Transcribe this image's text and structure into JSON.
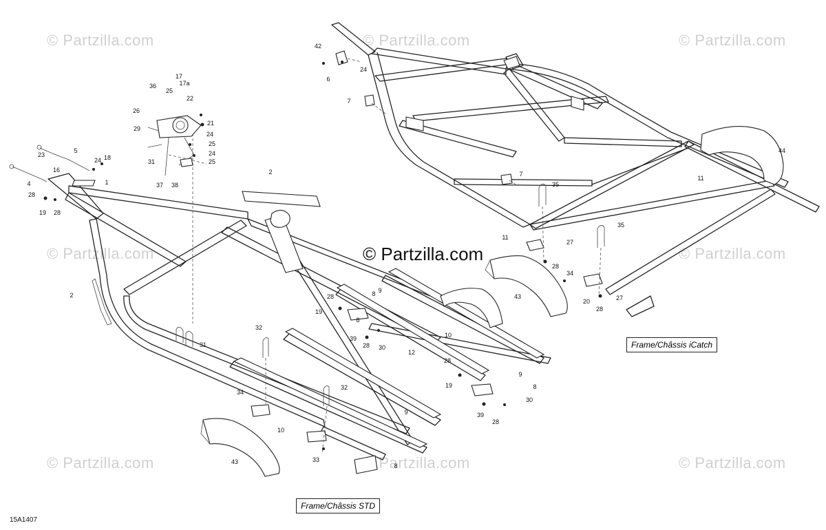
{
  "watermarks": {
    "brand": "© Partzilla.com",
    "center": "© Partzilla.com"
  },
  "labels": {
    "frame_std": "Frame/Châssis STD",
    "frame_icatch": "Frame/Châssis iCatch",
    "drawing_code": "15A1407"
  },
  "callouts": [
    "1",
    "2",
    "2",
    "4",
    "5",
    "6",
    "7",
    "7",
    "8",
    "8",
    "8",
    "8",
    "9",
    "9",
    "9",
    "10",
    "10",
    "11",
    "11",
    "12",
    "16",
    "17",
    "17a",
    "18",
    "19",
    "19",
    "19",
    "20",
    "21",
    "22",
    "23",
    "24",
    "24",
    "24",
    "24",
    "25",
    "25",
    "25",
    "26",
    "27",
    "27",
    "28",
    "28",
    "28",
    "28",
    "28",
    "28",
    "28",
    "28",
    "29",
    "30",
    "30",
    "31",
    "31",
    "32",
    "32",
    "33",
    "34",
    "34",
    "35",
    "35",
    "36",
    "37",
    "38",
    "39",
    "39",
    "42",
    "43",
    "43",
    "44"
  ]
}
